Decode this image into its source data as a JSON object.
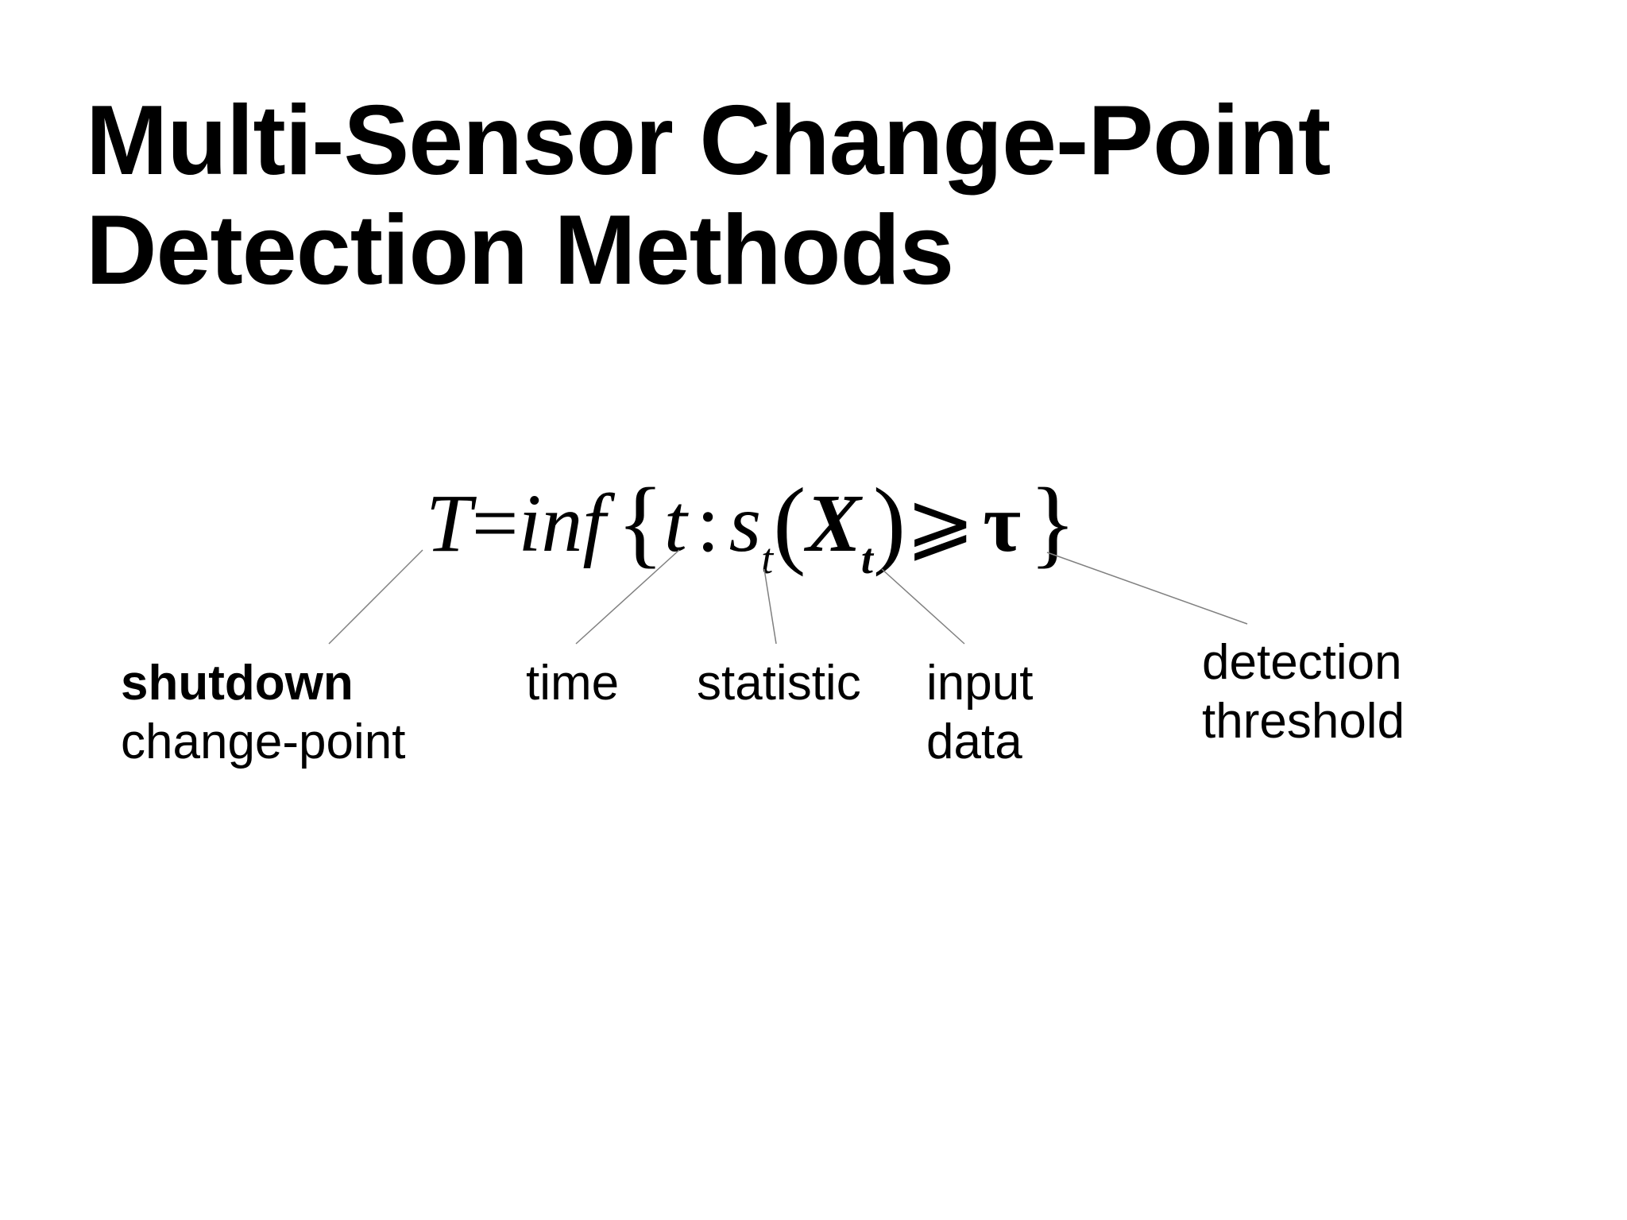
{
  "slide": {
    "title_line1": "Multi-Sensor Change-Point",
    "title_line2": "Detection Methods"
  },
  "formula": {
    "T": "T",
    "eq": "=",
    "inf": "inf",
    "lbrace": "{",
    "t": "t",
    "colon": ":",
    "s": "s",
    "s_sub": "t",
    "lparen": "(",
    "X": "X",
    "X_sub": "t",
    "rparen": ")",
    "geq": "⩾",
    "tau": "τ",
    "rbrace": "}"
  },
  "labels": {
    "shutdown": {
      "line1": "shutdown",
      "line2": "change-point"
    },
    "time": {
      "line1": "time"
    },
    "statistic": {
      "line1": "statistic"
    },
    "input": {
      "line1": "input",
      "line2": "data"
    },
    "threshold": {
      "line1": "detection",
      "line2": "threshold"
    }
  },
  "colors": {
    "text": "#000000",
    "connector": "#808080",
    "background": "#ffffff"
  }
}
